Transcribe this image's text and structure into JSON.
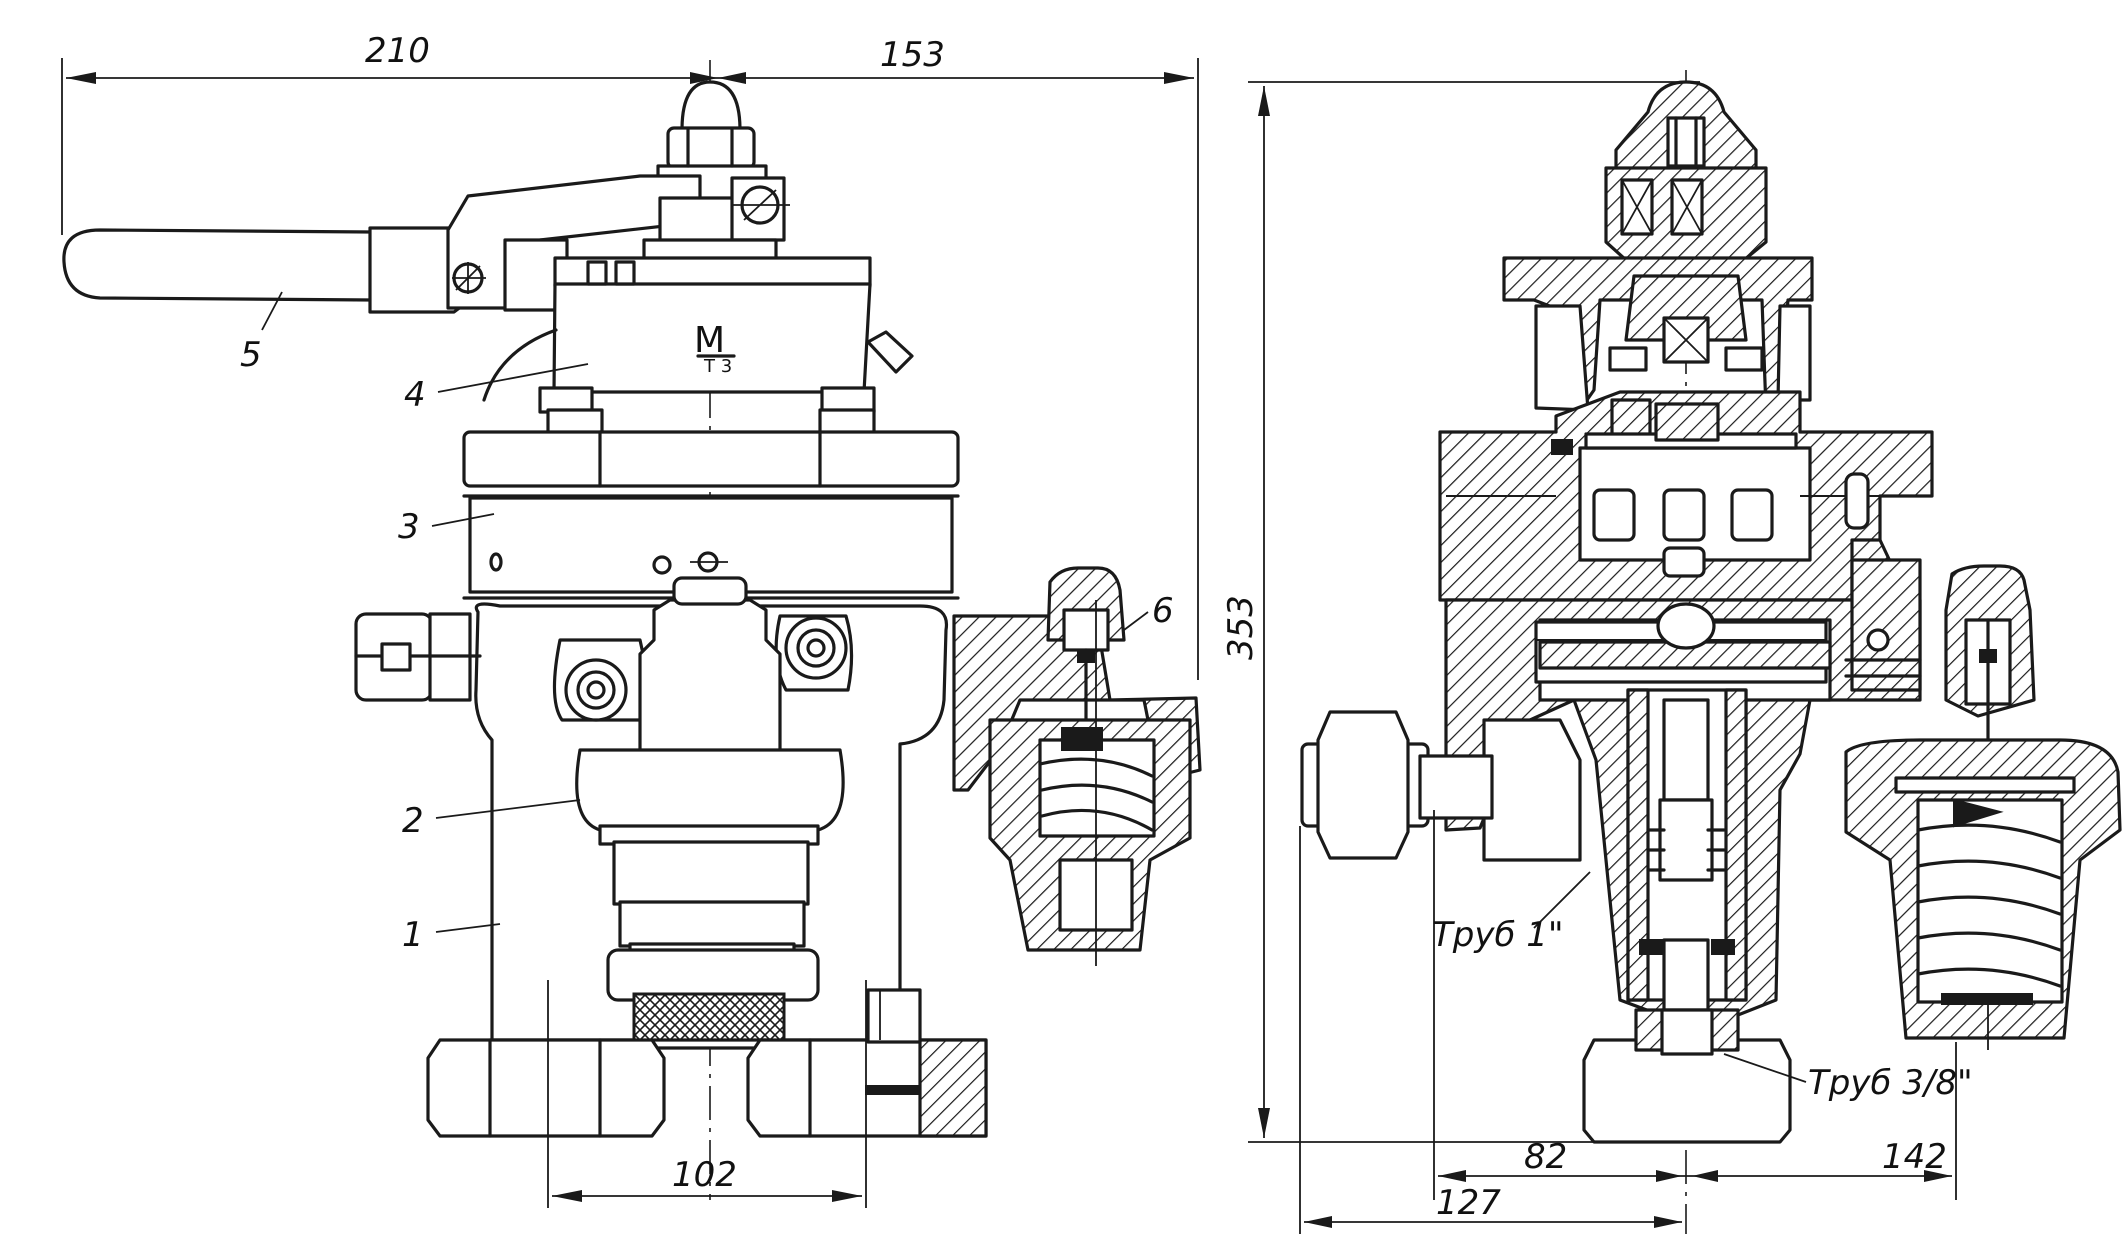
{
  "dimensions": {
    "left_width": "210",
    "right_width": "153",
    "height": "353",
    "pipe_spacing": "102",
    "offset_82": "82",
    "offset_127": "127",
    "offset_142": "142"
  },
  "part_labels": {
    "p1": "1",
    "p2": "2",
    "p3": "3",
    "p4": "4",
    "p5": "5",
    "p6": "6"
  },
  "annotations": {
    "pipe_1in": "Труб 1\"",
    "pipe_3_8in": "Труб 3/8\""
  },
  "emblem": {
    "top": "М",
    "bottom": "Т\n3"
  }
}
